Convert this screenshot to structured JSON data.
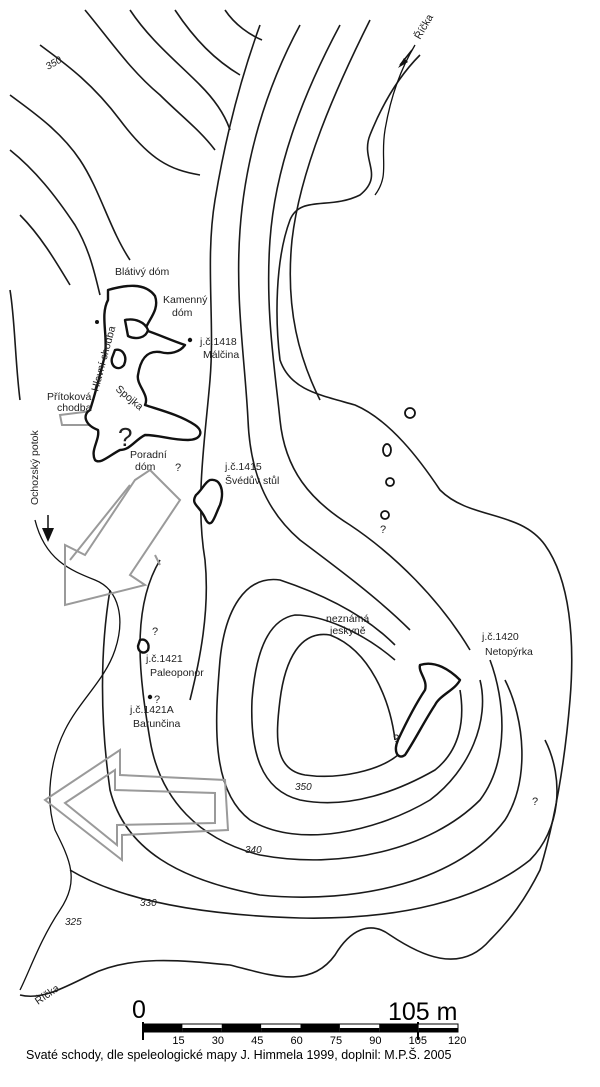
{
  "map": {
    "streams": {
      "ricka_top": "Říčka",
      "ricka_bottom": "Říčka",
      "ochozsky_potok": "Ochozský potok"
    },
    "cave_features": {
      "blativy_dom": "Blátivý dóm",
      "kamenny_dom_1": "Kamenný",
      "kamenny_dom_2": "dóm",
      "hlavni_chodba": "Hlavní chodba",
      "pritokova_1": "Přítoková",
      "pritokova_2": "chodba",
      "spojka": "Spojka",
      "poradni_1": "Poradní",
      "poradni_2": "dóm"
    },
    "caves": {
      "c1418_id": "j.č.1418",
      "c1418_name": "Málčina",
      "c1415_id": "j.č.1415",
      "c1415_name": "Švédův stůl",
      "c1421_id": "j.č.1421",
      "c1421_name": "Paleoponor",
      "c1421a_id": "j.č.1421A",
      "c1421a_name": "Barunčina",
      "c1420_id": "j.č.1420",
      "c1420_name": "Netopýrka",
      "unknown_1": "neznámá",
      "unknown_2": "jeskyně"
    },
    "contours": {
      "c350_top": "350",
      "c350_inner": "350",
      "c340": "340",
      "c330": "330",
      "c325": "325"
    },
    "question_mark": "?",
    "icons": {
      "stream_arrow": "arrow-icon",
      "sinkhole": "circle-icon"
    }
  },
  "scale": {
    "zero": "0",
    "max_label": "105 m",
    "ticks": [
      "15",
      "30",
      "45",
      "60",
      "75",
      "90",
      "105",
      "120"
    ],
    "tick_values_m": [
      15,
      30,
      45,
      60,
      75,
      90,
      105,
      120
    ]
  },
  "caption": "Svaté schody, dle speleologické mapy J. Himmela 1999, doplnil: M.P.Š. 2005"
}
